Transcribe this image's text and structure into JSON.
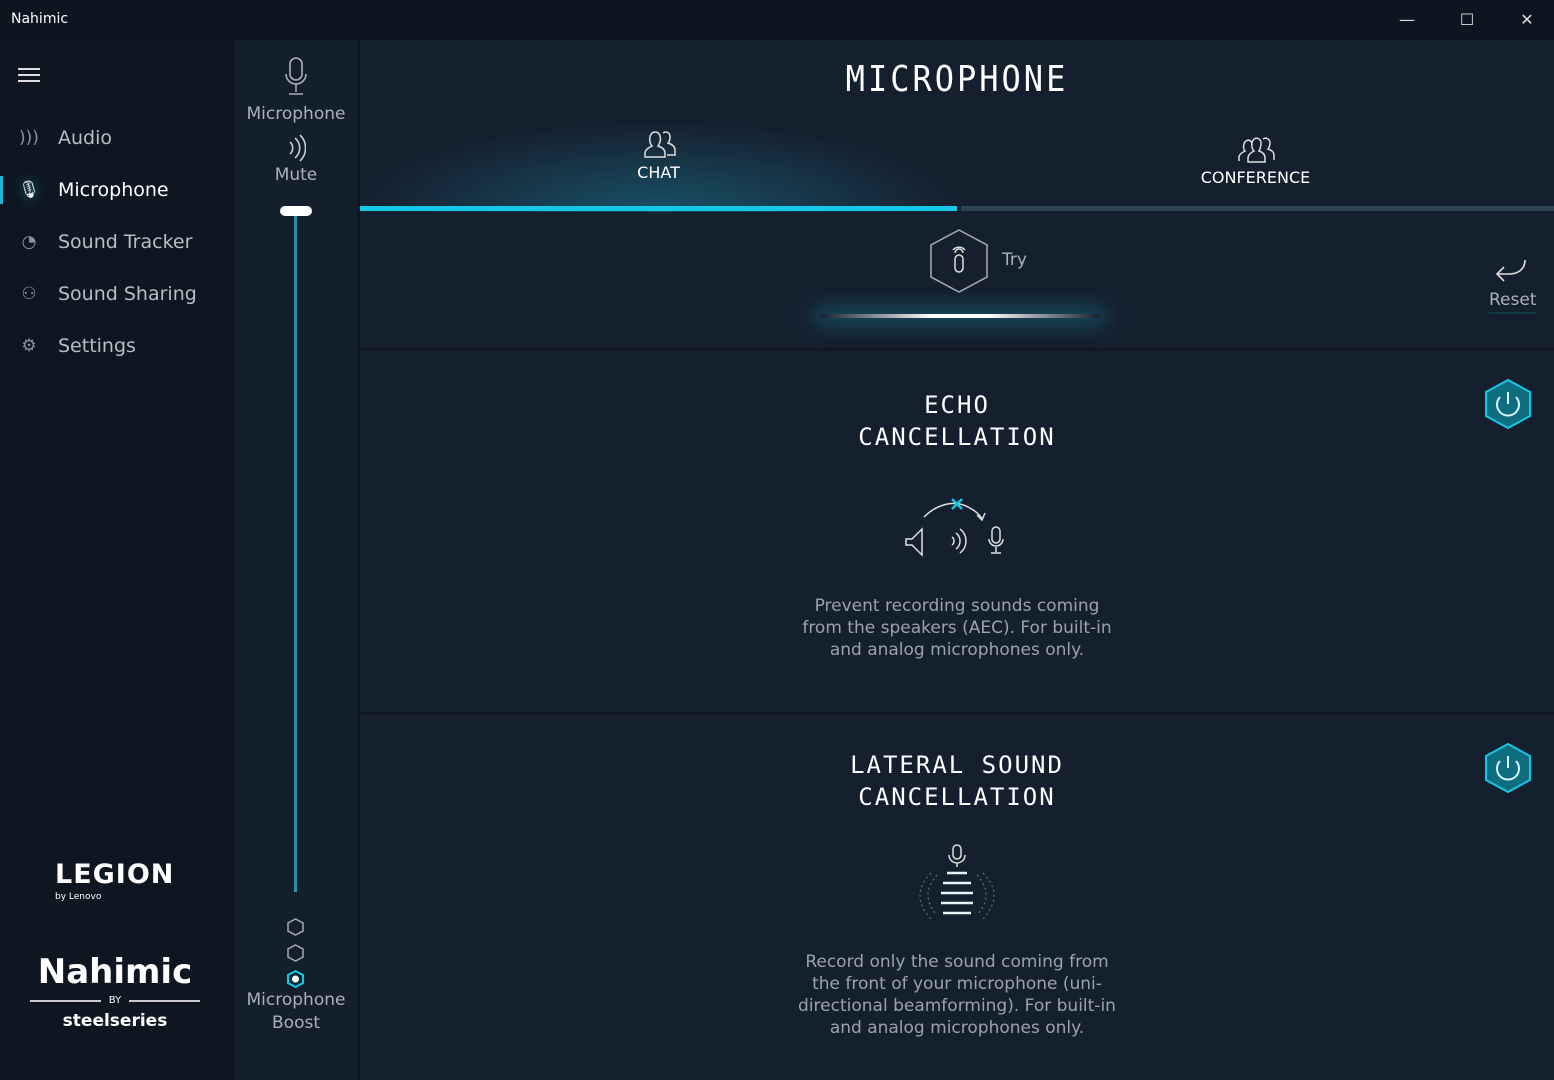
{
  "window": {
    "title": "Nahimic",
    "minimize": "—",
    "maximize": "☐",
    "close": "✕"
  },
  "sidebar": {
    "items": [
      {
        "label": "Audio",
        "icon": "speaker-waves-icon",
        "glyph": ")))"
      },
      {
        "label": "Microphone",
        "icon": "microphone-icon",
        "glyph": "🎙"
      },
      {
        "label": "Sound Tracker",
        "icon": "radar-icon",
        "glyph": "◔"
      },
      {
        "label": "Sound Sharing",
        "icon": "sound-sharing-icon",
        "glyph": "⚇"
      },
      {
        "label": "Settings",
        "icon": "gear-icon",
        "glyph": "⚙"
      }
    ],
    "active": "Microphone",
    "logos": {
      "legion": "LEGION",
      "legion_sub": "by Lenovo",
      "nahimic": "Nahimic",
      "by": "BY",
      "steelseries": "steelseries"
    }
  },
  "mic_column": {
    "microphone_label": "Microphone",
    "mute_label": "Mute",
    "boost_label_1": "Microphone",
    "boost_label_2": "Boost",
    "volume_percent": 100,
    "boost_levels": 3,
    "boost_selected": 1
  },
  "main": {
    "title": "MICROPHONE",
    "tabs": [
      {
        "label": "CHAT",
        "active": true
      },
      {
        "label": "CONFERENCE",
        "active": false
      }
    ],
    "try_label": "Try",
    "reset_label": "Reset",
    "panels": [
      {
        "title_1": "ECHO",
        "title_2": "CANCELLATION",
        "description": "Prevent recording sounds coming from the speakers (AEC). For built-in and analog microphones only.",
        "enabled": true
      },
      {
        "title_1": "LATERAL SOUND",
        "title_2": "CANCELLATION",
        "description": "Record only the sound coming from the front of your microphone (uni-directional beamforming). For built-in and analog microphones only.",
        "enabled": true
      }
    ]
  },
  "colors": {
    "accent": "#14c8e6",
    "bg": "#15202f",
    "sidebar": "#0e1621"
  }
}
